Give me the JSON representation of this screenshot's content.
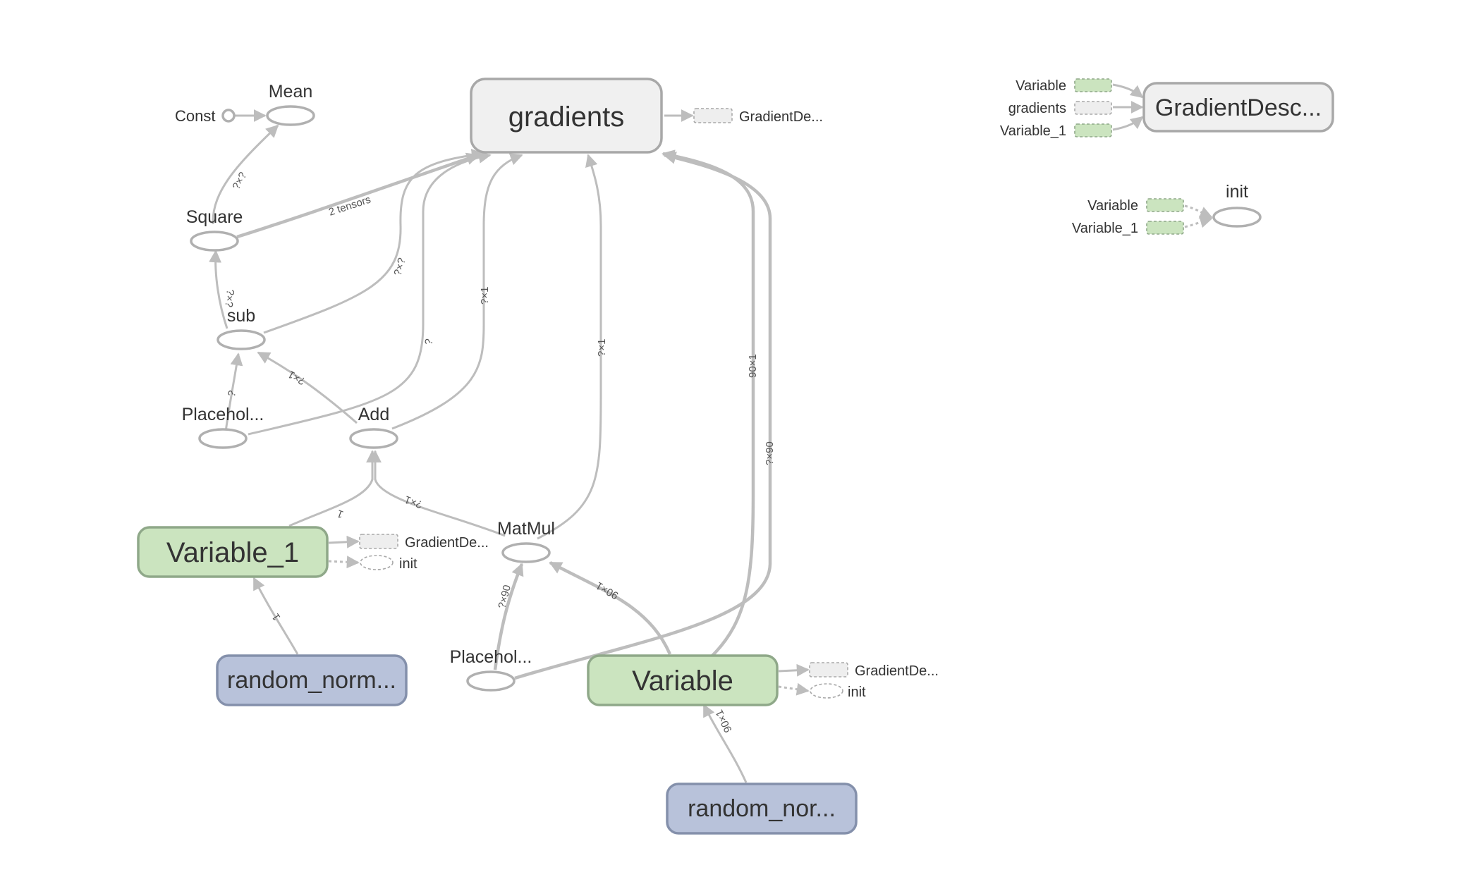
{
  "diagram": {
    "nodes": {
      "gradients": "gradients",
      "gradient_desc_main": "GradientDesc...",
      "mean": "Mean",
      "const": "Const",
      "square": "Square",
      "sub": "sub",
      "placeholder_top": "Placehol...",
      "add": "Add",
      "matmul": "MatMul",
      "placeholder_bottom": "Placehol...",
      "variable_1": "Variable_1",
      "variable": "Variable",
      "random_norm_left": "random_norm...",
      "random_norm_right": "random_nor...",
      "init": "init"
    },
    "stubs": {
      "gradients_out": "GradientDe...",
      "variable_1_out": "GradientDe...",
      "variable_1_init": "init",
      "variable_out": "GradientDe...",
      "variable_init": "init",
      "gd_in_variable": "Variable",
      "gd_in_gradients": "gradients",
      "gd_in_variable_1": "Variable_1",
      "init_in_variable": "Variable",
      "init_in_variable_1": "Variable_1"
    },
    "edge_labels": {
      "square_to_mean": "?×?",
      "square_to_gradients": "2 tensors",
      "sub_to_square": "?×?",
      "sub_to_gradients": "?×?",
      "placeholder_to_sub": "?",
      "placeholder_to_gradients": "?",
      "add_to_sub": "?×1",
      "add_to_gradients": "?×1",
      "matmul_to_gradients": "?×1",
      "matmul_to_add": "?×1",
      "variable_1_to_add": "1",
      "random_to_variable_1": "1",
      "variable_to_matmul": "90×1",
      "placeholder_to_matmul": "?×90",
      "variable_to_gradients": "90×1",
      "placeholder_bottom_to_gradients": "?×90",
      "random_to_variable": "90×1"
    },
    "colors": {
      "edge": "#bdbdbd",
      "op_box": "#f0f0f0",
      "variable_box": "#cbe4bf",
      "random_box": "#b8c2da"
    }
  }
}
